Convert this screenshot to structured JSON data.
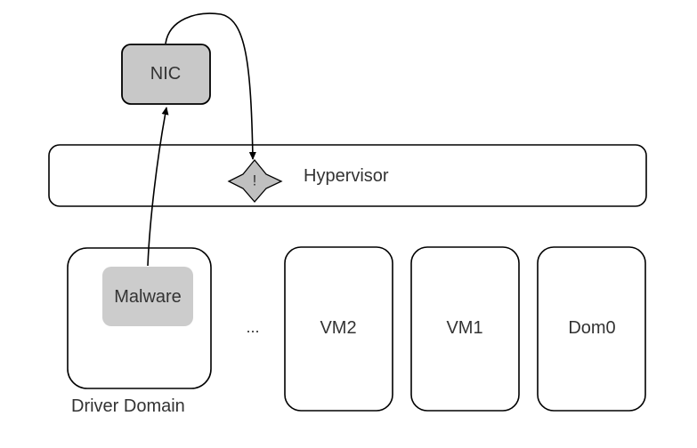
{
  "diagram": {
    "nodes": {
      "nic": {
        "label": "NIC"
      },
      "hypervisor": {
        "label": "Hypervisor"
      },
      "alert": {
        "label": "!"
      },
      "driver_domain": {
        "label": "Driver Domain"
      },
      "malware": {
        "label": "Malware"
      },
      "ellipsis": {
        "label": "..."
      },
      "vm2": {
        "label": "VM2"
      },
      "vm1": {
        "label": "VM1"
      },
      "dom0": {
        "label": "Dom0"
      }
    },
    "edges": [
      {
        "from": "malware",
        "to": "nic"
      },
      {
        "from": "nic",
        "to": "alert"
      }
    ],
    "colors": {
      "stroke": "#000000",
      "nic_fill": "#c8c8c8",
      "malware_fill": "#cccccc",
      "alert_fill": "#c0c0c0"
    }
  }
}
